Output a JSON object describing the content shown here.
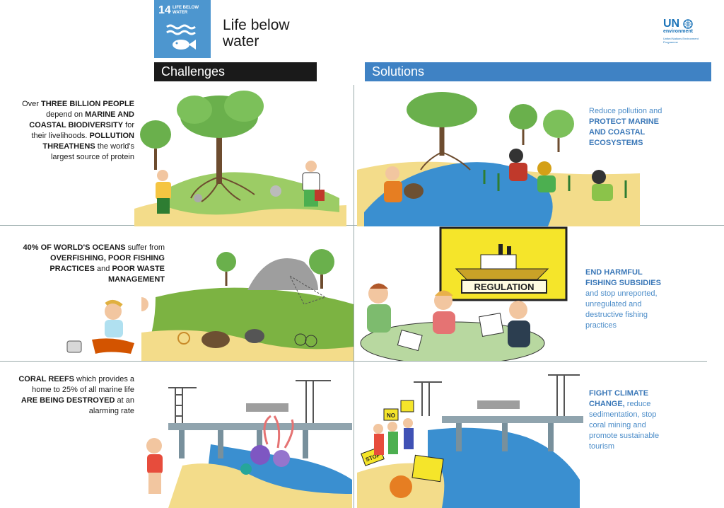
{
  "header": {
    "goal_number": "14",
    "badge_label": "LIFE BELOW WATER",
    "title_line1": "Life below",
    "title_line2": "water",
    "logo_un": "UN",
    "logo_env": "environment",
    "logo_sub": "United Nations Environment Programme"
  },
  "sections": {
    "challenges_label": "Challenges",
    "solutions_label": "Solutions"
  },
  "challenges": [
    {
      "pre": "Over ",
      "b1": "THREE BILLION PEOPLE",
      "m1": " depend on ",
      "b2": "MARINE AND COASTAL BIODIVERSITY",
      "m2": " for their livelihoods. ",
      "b3": "POLLUTION THREATHENS",
      "post": " the world's largest source of protein"
    },
    {
      "b1": "40% OF WORLD'S OCEANS",
      "m1": " suffer from ",
      "b2": "OVERFISHING, POOR FISHING PRACTICES",
      "m2": " and ",
      "b3": "POOR WASTE MANAGEMENT"
    },
    {
      "b1": "CORAL REEFS",
      "m1": " which provides a home to 25% of all marine life ",
      "b2": "ARE BEING DESTROYED",
      "post": " at an alarming rate"
    }
  ],
  "solutions": [
    {
      "pre": "Reduce pollution and ",
      "b1": "PROTECT MARINE AND COASTAL ECOSYSTEMS"
    },
    {
      "b1": "END HARMFUL FISHING SUBSIDIES",
      "post": " and stop unreported, unregulated and destructive fishing practices"
    },
    {
      "b1": "FIGHT CLIMATE CHANGE,",
      "post": " reduce sedimentation, stop coral mining and promote sustainable tourism"
    }
  ],
  "illustration_labels": {
    "regulation_sign": "REGULATION",
    "protest_sign_1": "NO",
    "protest_sign_2": "STOP"
  },
  "colors": {
    "sdg_blue": "#4d96cf",
    "solutions_blue": "#3f82c4",
    "challenges_black": "#1a1a1a",
    "water": "#3a8fd0",
    "sand": "#f3dc8a",
    "tree_green": "#6ab04c",
    "algae_green": "#8bc34a",
    "sign_yellow": "#f5e52a"
  }
}
